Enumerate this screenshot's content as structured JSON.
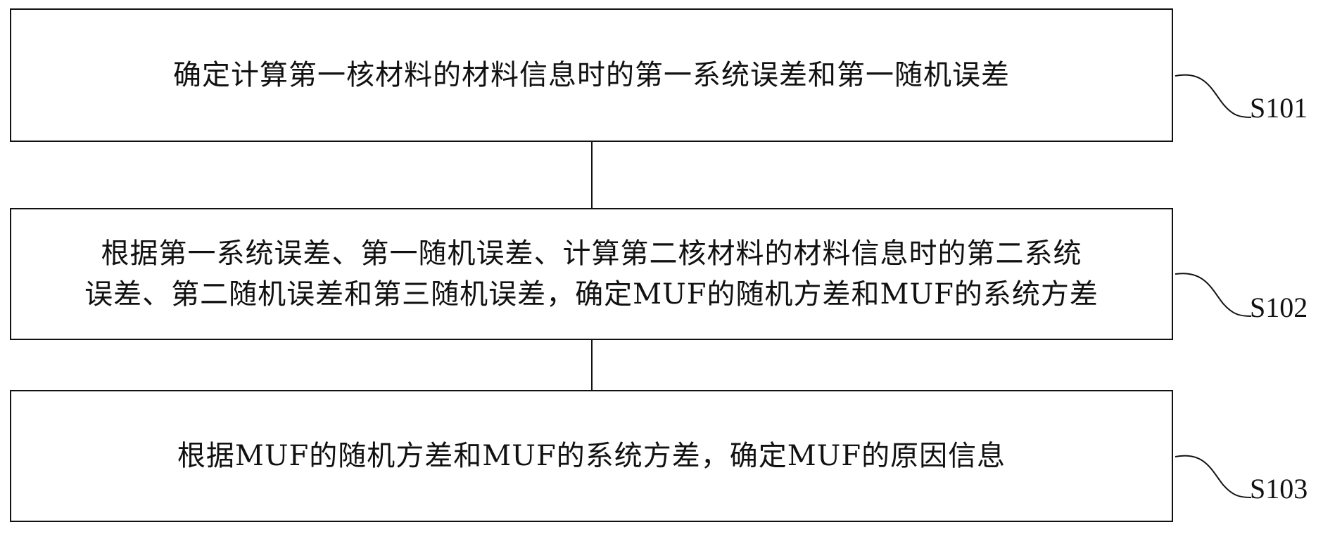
{
  "steps": [
    {
      "id": "S101",
      "lines": [
        "确定计算第一核材料的材料信息时的第一系统误差和第一随机误差"
      ]
    },
    {
      "id": "S102",
      "lines": [
        "根据第一系统误差、第一随机误差、计算第二核材料的材料信息时的第二系统",
        "误差、第二随机误差和第三随机误差，确定MUF的随机方差和MUF的系统方差"
      ]
    },
    {
      "id": "S103",
      "lines": [
        "根据MUF的随机方差和MUF的系统方差，确定MUF的原因信息"
      ]
    }
  ]
}
